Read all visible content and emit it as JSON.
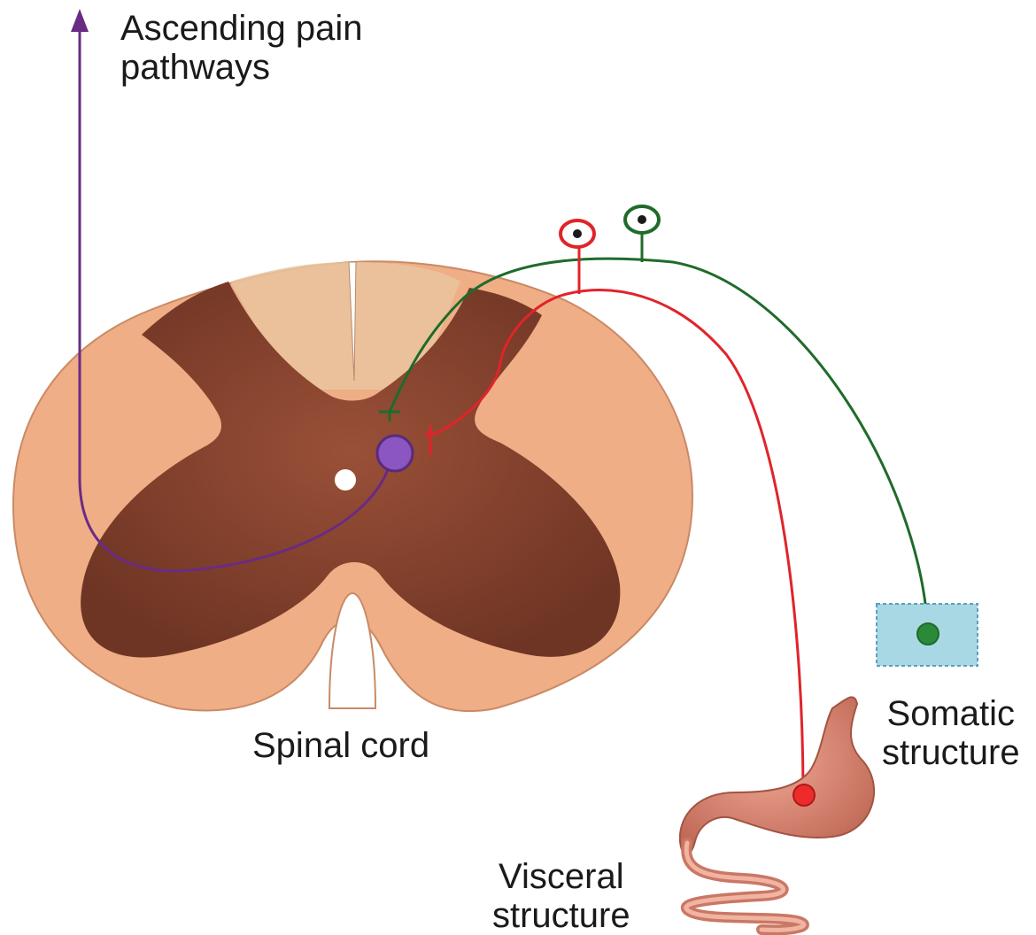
{
  "labels": {
    "ascending_line1": "Ascending pain",
    "ascending_line2": "pathways",
    "spinal_cord": "Spinal cord",
    "somatic_line1": "Somatic",
    "somatic_line2": "structure",
    "visceral_line1": "Visceral",
    "visceral_line2": "structure"
  },
  "colors": {
    "white_matter": "#efae86",
    "white_matter_dorsal": "#e9c49e",
    "grey_matter": "#8a4530",
    "ascending_pathway": "#6a2b84",
    "visceral_afferent": "#e0242a",
    "somatic_afferent": "#1f6b2a",
    "somatic_structure": "#a8d8e4",
    "stomach": "#e1907c"
  }
}
